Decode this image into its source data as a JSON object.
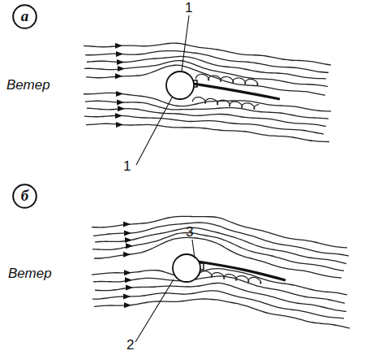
{
  "diagram": {
    "nodes": [
      {
        "text": [
          "а"
        ]
      },
      {
        "text": [
          "б"
        ]
      }
    ],
    "labels": [
      "1",
      "Ветер",
      "1",
      "3",
      "Ветер",
      "2"
    ]
  }
}
